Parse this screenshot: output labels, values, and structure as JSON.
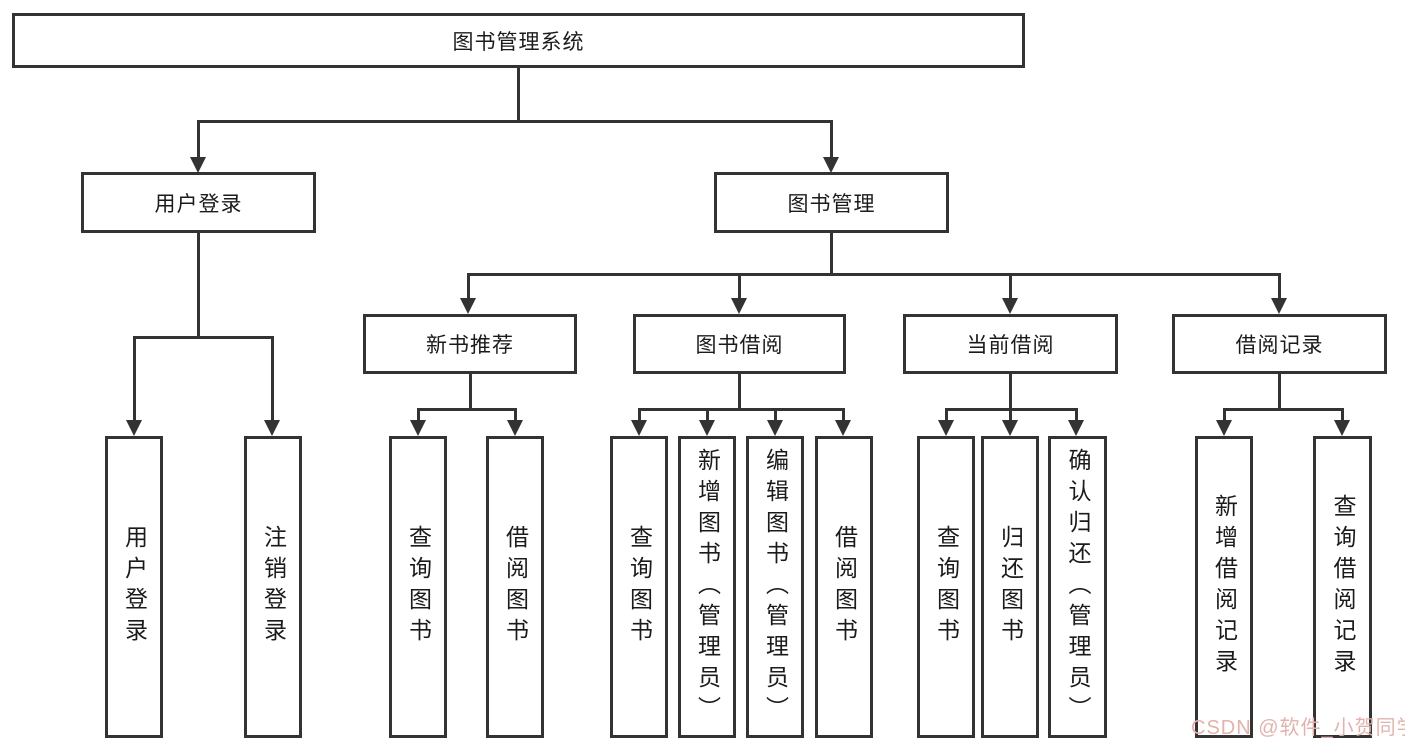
{
  "diagram": {
    "root": {
      "label": "图书管理系统"
    },
    "branches": [
      {
        "label": "用户登录",
        "children": [
          {
            "label": "用户登录"
          },
          {
            "label": "注销登录"
          }
        ]
      },
      {
        "label": "图书管理",
        "children": [
          {
            "label": "新书推荐",
            "children": [
              {
                "label": "查询图书"
              },
              {
                "label": "借阅图书"
              }
            ]
          },
          {
            "label": "图书借阅",
            "children": [
              {
                "label": "查询图书"
              },
              {
                "label": "新增图书（管理员）"
              },
              {
                "label": "编辑图书（管理员）"
              },
              {
                "label": "借阅图书"
              }
            ]
          },
          {
            "label": "当前借阅",
            "children": [
              {
                "label": "查询图书"
              },
              {
                "label": "归还图书"
              },
              {
                "label": "确认归还（管理员）"
              }
            ]
          },
          {
            "label": "借阅记录",
            "children": [
              {
                "label": "新增借阅记录"
              },
              {
                "label": "查询借阅记录"
              }
            ]
          }
        ]
      }
    ]
  },
  "watermark": {
    "text": "CSDN @软件_小贺同学"
  },
  "colors": {
    "line": "#333333",
    "text": "#1b1b1b",
    "background": "#ffffff",
    "watermark": "#e2b3ad"
  }
}
